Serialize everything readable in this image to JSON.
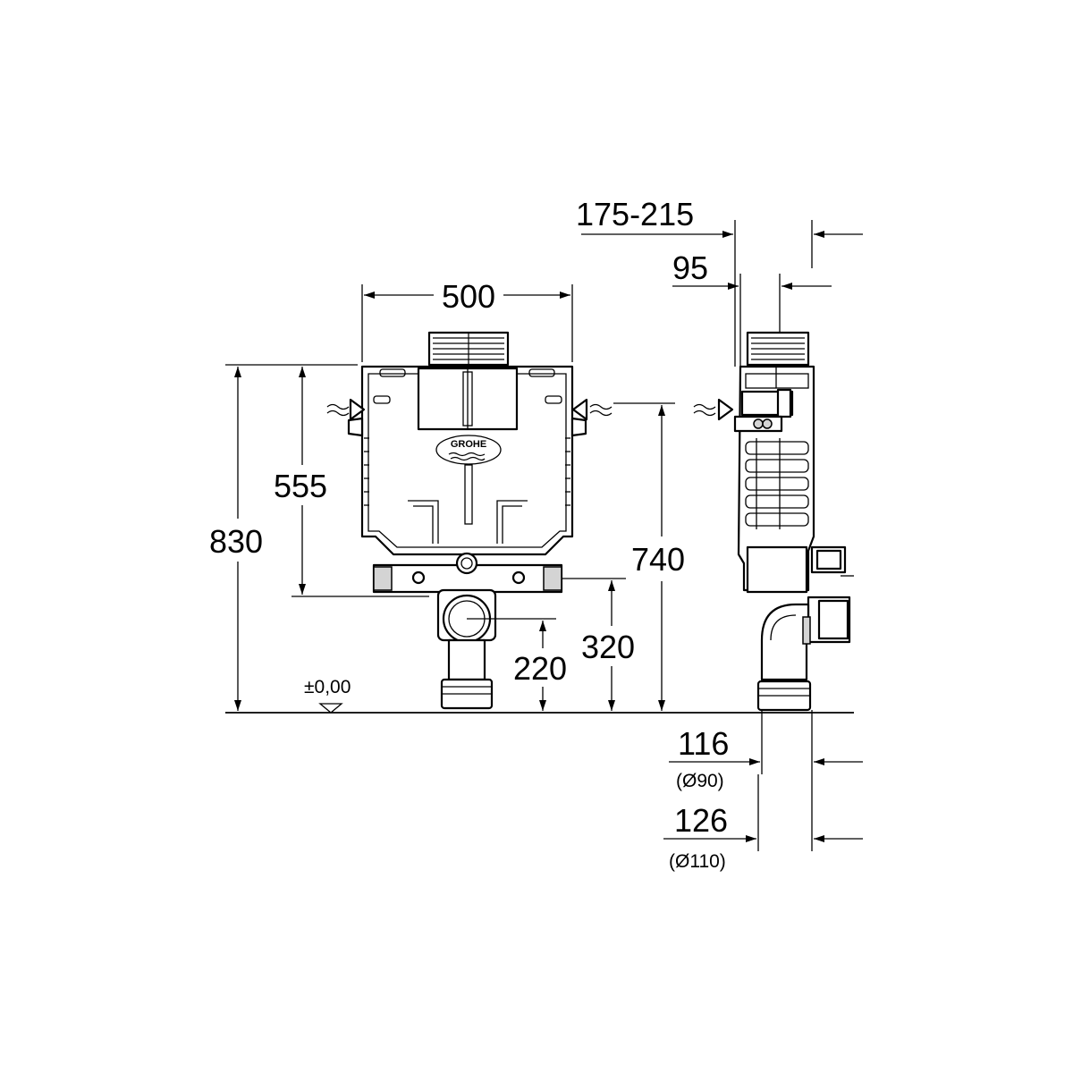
{
  "dimensions": {
    "width_500": "500",
    "height_830": "830",
    "height_555": "555",
    "height_740": "740",
    "height_320": "320",
    "height_220": "220",
    "depth_175_215": "175-215",
    "depth_95": "95",
    "pipe_116": "116",
    "pipe_116_dia": "(Ø90)",
    "pipe_126": "126",
    "pipe_126_dia": "(Ø110)"
  },
  "floor_level": "±0,00",
  "brand_logo": "GROHE"
}
